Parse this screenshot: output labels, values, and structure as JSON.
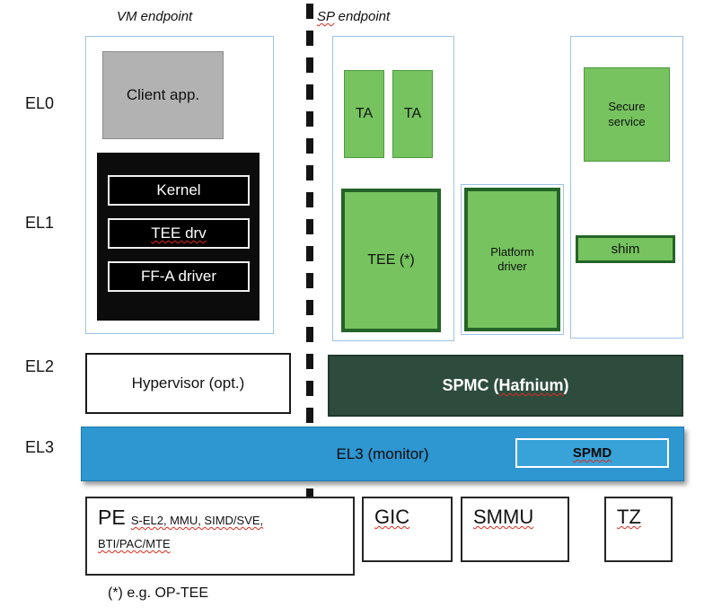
{
  "headers": {
    "vm": "VM endpoint",
    "sp_flagged": "SP",
    "sp_rest": " endpoint"
  },
  "el_labels": {
    "el0": "EL0",
    "el1": "EL1",
    "el2": "EL2",
    "el3": "EL3"
  },
  "vm_endpoint": {
    "client_app": "Client app.",
    "kernel_stack": [
      "Kernel",
      "TEE drv",
      "FF-A driver"
    ],
    "hypervisor": "Hypervisor (opt.)"
  },
  "sp_endpoint": {
    "ta_left": "TA",
    "ta_right": "TA",
    "tee": "TEE (*)",
    "platform_driver": "Platform driver",
    "secure_service": "Secure service",
    "shim": "shim"
  },
  "spmc": {
    "prefix": "SPMC (",
    "name": "Hafnium",
    "suffix": ")"
  },
  "el3_bar": {
    "label": "EL3 (monitor)",
    "spmd": "SPMD"
  },
  "hardware": {
    "pe": "PE",
    "pe_features_line1": "S-EL2, MMU, SIMD/SVE,",
    "pe_features_line2": "BTI/PAC/MTE",
    "gic": "GIC",
    "smmu": "SMMU",
    "tz": "TZ"
  },
  "footnote": "(*) e.g. OP-TEE",
  "colors": {
    "green_fill": "#76c35f",
    "green_border_dark": "#256428",
    "spmc_fill": "#2e4c3e",
    "el3_blue": "#2e96d0",
    "spmd_blue": "#38a3d8",
    "container_border": "#9dc3e6",
    "client_gray": "#b2b2b2",
    "kernel_black": "#0c0c0c",
    "squiggle_red": "#dd2b1c"
  }
}
